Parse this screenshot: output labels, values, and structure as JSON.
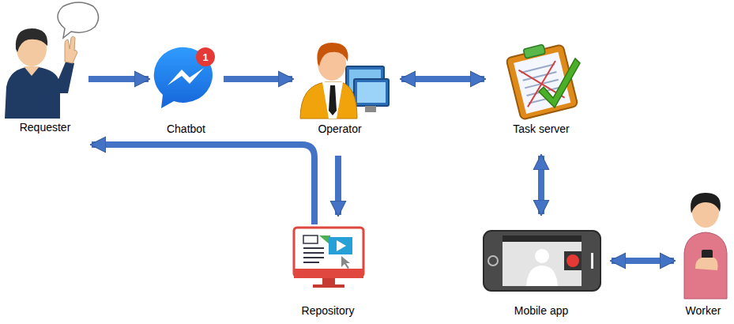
{
  "diagram": {
    "nodes": [
      {
        "text": [
          "Requester"
        ]
      },
      {
        "text": [
          "Chatbot"
        ]
      },
      {
        "text": [
          "Operator"
        ]
      },
      {
        "text": [
          "Task server"
        ]
      },
      {
        "text": [
          "Repository"
        ]
      },
      {
        "text": [
          "Mobile app"
        ]
      },
      {
        "text": [
          "Worker"
        ]
      }
    ],
    "edges": [
      {
        "from": 0,
        "to": 1,
        "arrow": "to"
      },
      {
        "from": 1,
        "to": 2,
        "arrow": "to"
      },
      {
        "from": 2,
        "to": 3,
        "arrow": "both"
      },
      {
        "from": 2,
        "to": 4,
        "arrow": "to"
      },
      {
        "from": 4,
        "to": 0,
        "arrow": "to"
      },
      {
        "from": 3,
        "to": 5,
        "arrow": "both"
      },
      {
        "from": 5,
        "to": 6,
        "arrow": "both"
      }
    ],
    "labels": [
      "1"
    ]
  }
}
